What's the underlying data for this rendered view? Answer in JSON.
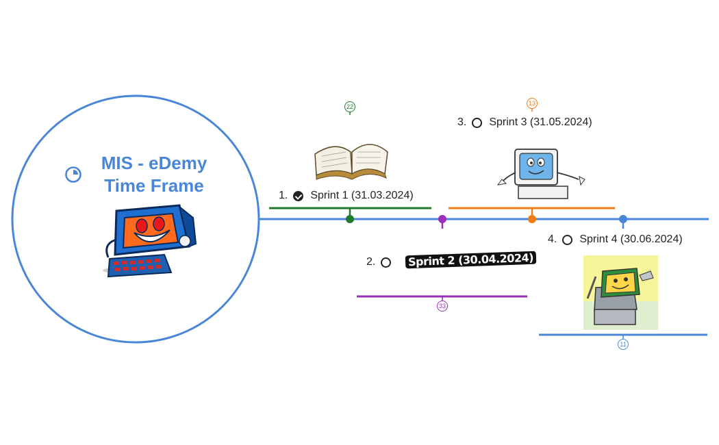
{
  "central": {
    "title_line1": "MIS - eDemy",
    "title_line2": "Time Frame",
    "clock_icon": "clock-icon",
    "image": "computer-mascot"
  },
  "colors": {
    "main_line": "#4a86d8",
    "sprint1": "#1f7a2e",
    "sprint2": "#9b2fb8",
    "sprint3": "#ef7d14",
    "sprint4": "#4a86d8"
  },
  "sprints": [
    {
      "num": "1.",
      "label": "Sprint 1 (31.03.2024)",
      "done": true,
      "badge": "22",
      "image": "open-book"
    },
    {
      "num": "2.",
      "label": "Sprint 2 (30.04.2024)",
      "done": false,
      "badge": "33",
      "image": "sticker-text"
    },
    {
      "num": "3.",
      "label": "Sprint 3 (31.05.2024)",
      "done": false,
      "badge": "13",
      "image": "happy-monitor"
    },
    {
      "num": "4.",
      "label": "Sprint 4 (30.06.2024)",
      "done": false,
      "badge": "11",
      "image": "computer-repair"
    }
  ]
}
